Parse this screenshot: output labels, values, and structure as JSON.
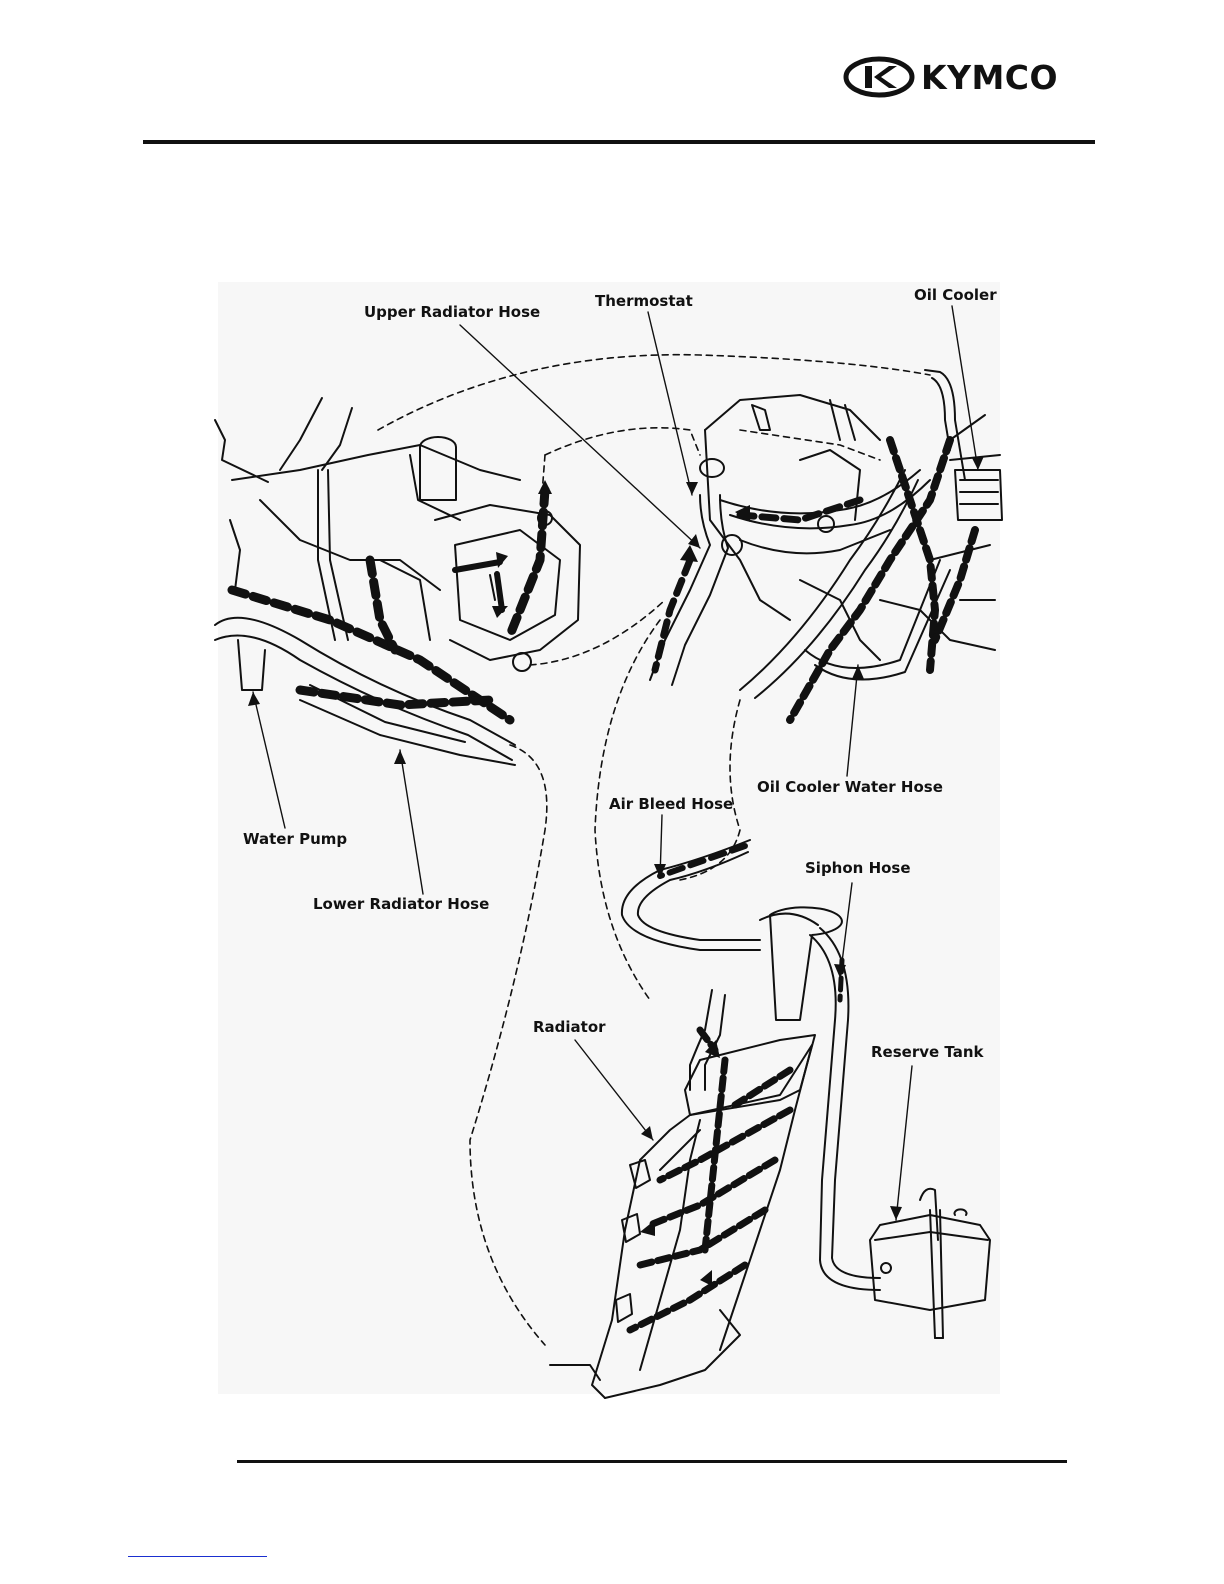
{
  "header": {
    "brand": "KYMCO"
  },
  "diagram": {
    "labels": {
      "upper_radiator_hose": "Upper Radiator Hose",
      "thermostat": "Thermostat",
      "oil_cooler": "Oil Cooler",
      "water_pump": "Water Pump",
      "lower_radiator_hose": "Lower Radiator Hose",
      "air_bleed_hose": "Air Bleed Hose",
      "oil_cooler_water_hose": "Oil Cooler Water  Hose",
      "siphon_hose": "Siphon Hose",
      "radiator": "Radiator",
      "reserve_tank": "Reserve Tank"
    }
  },
  "colors": {
    "ink": "#111111",
    "figure_background": "#f7f7f7",
    "footer_link": "#1a2fd0"
  }
}
